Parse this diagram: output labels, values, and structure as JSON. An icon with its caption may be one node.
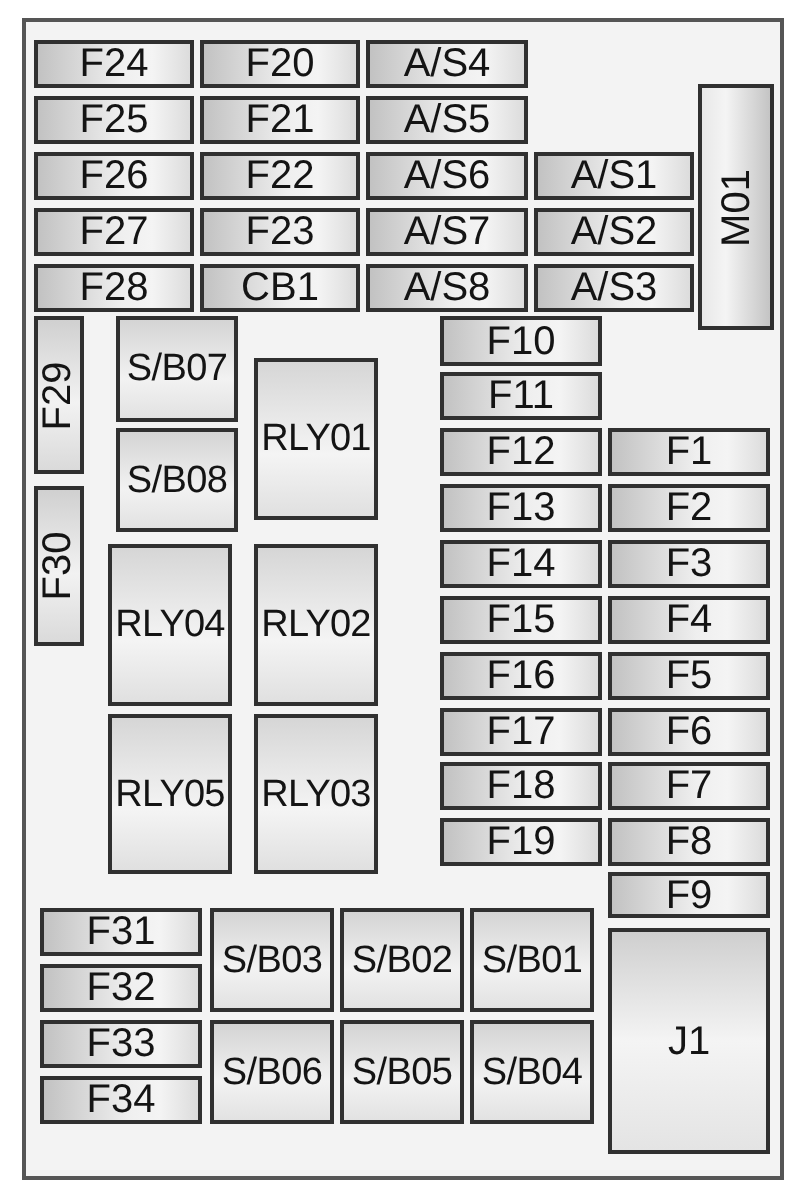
{
  "diagram": {
    "nodes": [
      {
        "text": [],
        "shape": "box"
      },
      {
        "text": [
          "F24"
        ],
        "in": 0
      },
      {
        "text": [
          "F20"
        ],
        "in": 0
      },
      {
        "text": [
          "A/S4"
        ],
        "in": 0
      },
      {
        "text": [
          "F25"
        ],
        "in": 0
      },
      {
        "text": [
          "F21"
        ],
        "in": 0
      },
      {
        "text": [
          "A/S5"
        ],
        "in": 0
      },
      {
        "text": [
          "M01"
        ],
        "in": 0
      },
      {
        "text": [
          "F26"
        ],
        "in": 0
      },
      {
        "text": [
          "F22"
        ],
        "in": 0
      },
      {
        "text": [
          "A/S6"
        ],
        "in": 0
      },
      {
        "text": [
          "A/S1"
        ],
        "in": 0
      },
      {
        "text": [
          "F27"
        ],
        "in": 0
      },
      {
        "text": [
          "F23"
        ],
        "in": 0
      },
      {
        "text": [
          "A/S7"
        ],
        "in": 0
      },
      {
        "text": [
          "A/S2"
        ],
        "in": 0
      },
      {
        "text": [
          "F28"
        ],
        "in": 0
      },
      {
        "text": [
          "CB1"
        ],
        "in": 0
      },
      {
        "text": [
          "A/S8"
        ],
        "in": 0
      },
      {
        "text": [
          "A/S3"
        ],
        "in": 0
      },
      {
        "text": [
          "F29"
        ],
        "in": 0
      },
      {
        "text": [
          "S/B07"
        ],
        "in": 0
      },
      {
        "text": [
          "F10"
        ],
        "in": 0
      },
      {
        "text": [
          "RLY01"
        ],
        "in": 0
      },
      {
        "text": [
          "F11"
        ],
        "in": 0
      },
      {
        "text": [
          "S/B08"
        ],
        "in": 0
      },
      {
        "text": [
          "F12"
        ],
        "in": 0
      },
      {
        "text": [
          "F1"
        ],
        "in": 0
      },
      {
        "text": [
          "F30"
        ],
        "in": 0
      },
      {
        "text": [
          "F13"
        ],
        "in": 0
      },
      {
        "text": [
          "F2"
        ],
        "in": 0
      },
      {
        "text": [
          "F14"
        ],
        "in": 0
      },
      {
        "text": [
          "F3"
        ],
        "in": 0
      },
      {
        "text": [
          "RLY04"
        ],
        "in": 0
      },
      {
        "text": [
          "RLY02"
        ],
        "in": 0
      },
      {
        "text": [
          "F15"
        ],
        "in": 0
      },
      {
        "text": [
          "F4"
        ],
        "in": 0
      },
      {
        "text": [
          "F16"
        ],
        "in": 0
      },
      {
        "text": [
          "F5"
        ],
        "in": 0
      },
      {
        "text": [
          "F17"
        ],
        "in": 0
      },
      {
        "text": [
          "F6"
        ],
        "in": 0
      },
      {
        "text": [
          "RLY05"
        ],
        "in": 0
      },
      {
        "text": [
          "RLY03"
        ],
        "in": 0
      },
      {
        "text": [
          "F18"
        ],
        "in": 0
      },
      {
        "text": [
          "F7"
        ],
        "in": 0
      },
      {
        "text": [
          "F19"
        ],
        "in": 0
      },
      {
        "text": [
          "F8"
        ],
        "in": 0
      },
      {
        "text": [
          "F9"
        ],
        "in": 0
      },
      {
        "text": [
          "F31"
        ],
        "in": 0
      },
      {
        "text": [
          "S/B03"
        ],
        "in": 0
      },
      {
        "text": [
          "S/B02"
        ],
        "in": 0
      },
      {
        "text": [
          "S/B01"
        ],
        "in": 0
      },
      {
        "text": [
          "J1"
        ],
        "in": 0
      },
      {
        "text": [
          "F32"
        ],
        "in": 0
      },
      {
        "text": [
          "F33"
        ],
        "in": 0
      },
      {
        "text": [
          "S/B06"
        ],
        "in": 0
      },
      {
        "text": [
          "S/B05"
        ],
        "in": 0
      },
      {
        "text": [
          "S/B04"
        ],
        "in": 0
      },
      {
        "text": [
          "F34"
        ],
        "in": 0
      }
    ]
  }
}
